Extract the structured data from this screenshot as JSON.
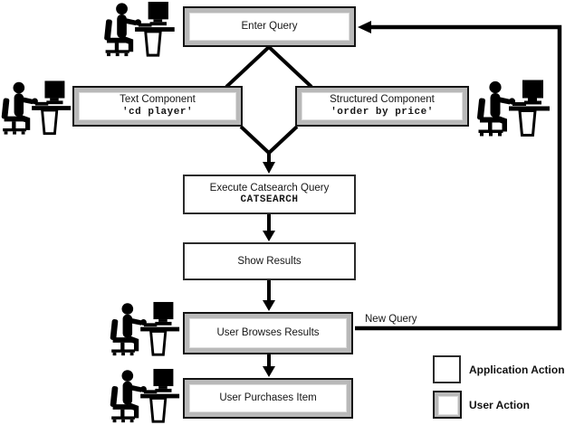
{
  "diagram": {
    "nodes": [
      {
        "id": "enter-query",
        "label": "Enter Query",
        "code": "",
        "type": "user"
      },
      {
        "id": "text-component",
        "label": "Text Component",
        "code": "'cd player'",
        "type": "user"
      },
      {
        "id": "structured-component",
        "label": "Structured Component",
        "code": "'order by price'",
        "type": "user"
      },
      {
        "id": "execute-catsearch",
        "label": "Execute Catsearch Query",
        "code": "CATSEARCH",
        "type": "app"
      },
      {
        "id": "show-results",
        "label": "Show Results",
        "code": "",
        "type": "app"
      },
      {
        "id": "user-browses-results",
        "label": "User Browses Results",
        "code": "",
        "type": "user"
      },
      {
        "id": "user-purchases-item",
        "label": "User Purchases Item",
        "code": "",
        "type": "user"
      }
    ],
    "edges": {
      "new_query_label": "New Query"
    },
    "legend": [
      {
        "label": "Application Action",
        "type": "app"
      },
      {
        "label": "User Action",
        "type": "user"
      }
    ],
    "icons": [
      "user-at-computer-icon"
    ],
    "colors": {
      "line": "#000000",
      "user_action_border": "#b9b9b9",
      "app_action_border": "#2b2b2b",
      "background": "#ffffff"
    }
  }
}
